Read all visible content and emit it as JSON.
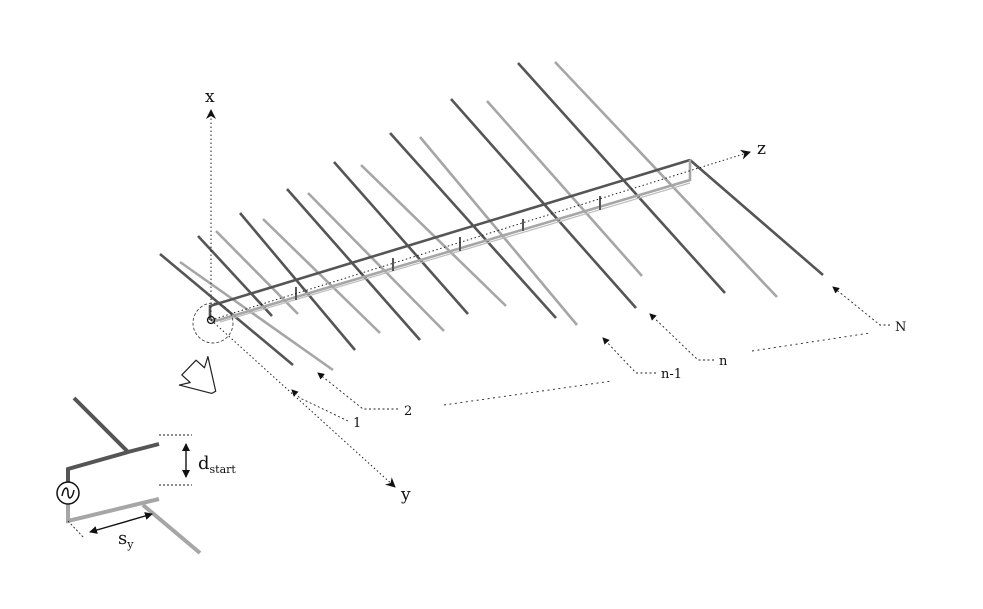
{
  "labels": {
    "axis_x": "x",
    "axis_y": "y",
    "axis_z": "z",
    "elem_1": "1",
    "elem_2": "2",
    "elem_n_minus_1": "n-1",
    "elem_n": "n",
    "elem_N": "N",
    "d_start_main": "d",
    "d_start_sub": "start",
    "s_y_main": "s",
    "s_y_sub": "y"
  },
  "colors": {
    "dark_element": "#555555",
    "light_element": "#a6a6a6",
    "axis": "#222222",
    "text": "#111111"
  }
}
